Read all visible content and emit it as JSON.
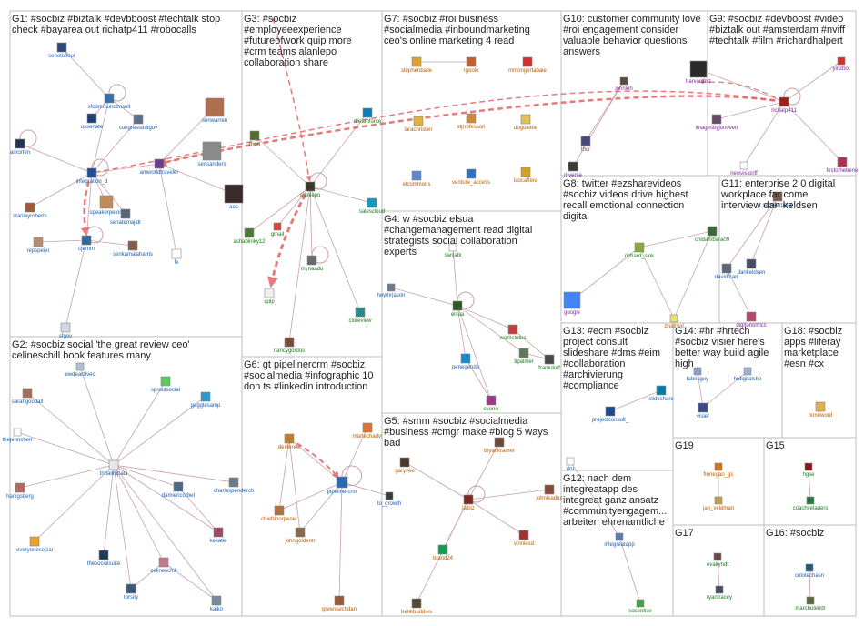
{
  "colors": {
    "edge": "#c9a0a6",
    "edge_strong": "#e05a5a",
    "box_border": "#bdbdbd",
    "label_blue": "#1a5fb4",
    "label_green": "#1a7a1a",
    "label_orange": "#b85c00",
    "label_purple": "#7a2a9a",
    "label_gray": "#555555"
  },
  "groups": [
    {
      "id": "G1",
      "lines": [
        "G1: #socbiz #biztalk #devbboost #techtalk stop",
        "check #bayarea out richatp411 #robocalls"
      ]
    },
    {
      "id": "G2",
      "lines": [
        "G2: #socbiz social 'the great review ceo'",
        "celineschill book features many"
      ]
    },
    {
      "id": "G3",
      "lines": [
        "G3: #socbiz",
        "#employeeexperience",
        "#futureofwork quip more",
        "#crm teams alanlepo",
        "collaboration share"
      ]
    },
    {
      "id": "G4",
      "lines": [
        "G4: w #socbiz elsua",
        "#changemanagement read digital",
        "strategists social collaboration",
        "experts"
      ]
    },
    {
      "id": "G5",
      "lines": [
        "G5: #smm #socbiz #socialmedia",
        "#business #cmgr make #blog 5 ways",
        "bad"
      ]
    },
    {
      "id": "G6",
      "lines": [
        "G6: gt pipelinercrm #socbiz",
        "#socialmedia #infographic 10",
        "don ts #linkedin introduction"
      ]
    },
    {
      "id": "G7",
      "lines": [
        "G7: #socbiz #roi business",
        "#socialmedia #inboundmarketing",
        "ceo's online marketing 4 read"
      ]
    },
    {
      "id": "G8",
      "lines": [
        "G8: twitter #ezsharevideos",
        "#socbiz videos drive highest",
        "recall emotional connection",
        "digital"
      ]
    },
    {
      "id": "G9",
      "lines": [
        "G9: #socbiz #devboost #video",
        "#biztalk out #amsterdam #nviff",
        "#techtalk #film #richardhalpert"
      ]
    },
    {
      "id": "G10",
      "lines": [
        "G10: customer community love",
        "#roi engagement consider",
        "valuable behavior questions",
        "answers"
      ]
    },
    {
      "id": "G11",
      "lines": [
        "G11: enterprise 2 0 digital",
        "workplace far come",
        "interview dan keldsen"
      ]
    },
    {
      "id": "G12",
      "lines": [
        "G12: nach dem",
        "integreatapp des",
        "integreat ganz ansatz",
        "#communityengagem...",
        "arbeiten ehrenamtliche"
      ]
    },
    {
      "id": "G13",
      "lines": [
        "G13: #ecm #socbiz",
        "project consult",
        "slideshare #dms #eim",
        "#collaboration",
        "#archivierung",
        "#compliance"
      ]
    },
    {
      "id": "G14",
      "lines": [
        "G14: #hr #hrtech",
        "#socbiz visier here's",
        "better way build agile",
        "high"
      ]
    },
    {
      "id": "G15",
      "lines": [
        "G15"
      ]
    },
    {
      "id": "G16",
      "lines": [
        "G16: #socbiz"
      ]
    },
    {
      "id": "G17",
      "lines": [
        "G17"
      ]
    },
    {
      "id": "G18",
      "lines": [
        "G18: #socbiz",
        "apps #liferay",
        "marketplace",
        "#esn #cx"
      ]
    },
    {
      "id": "G19",
      "lines": [
        "G19"
      ]
    }
  ],
  "nodes": [
    {
      "id": "seneteflour",
      "label": "seneteflour",
      "color": "blue",
      "icon": "#2b4a7a"
    },
    {
      "id": "sfcommunconsult",
      "label": "sfcommunconsult",
      "color": "blue",
      "icon": "#3a6ea5"
    },
    {
      "id": "ussenate",
      "label": "ussenate",
      "color": "blue",
      "icon": "#1d3f73"
    },
    {
      "id": "congressdotgov",
      "label": "congressdotgov",
      "color": "blue",
      "icon": "#5a6e8c"
    },
    {
      "id": "senwarren",
      "label": "senwarren",
      "color": "blue",
      "icon": "#b07050"
    },
    {
      "id": "amorten",
      "label": "amorten",
      "color": "blue",
      "icon": "#223355"
    },
    {
      "id": "amworldtraveler",
      "label": "amworldtraveler",
      "color": "blue",
      "icon": "#6a3f8a"
    },
    {
      "id": "sensanders",
      "label": "sensanders",
      "color": "blue",
      "icon": "#8a8a8a"
    },
    {
      "id": "integration_d",
      "label": "integration_d",
      "color": "blue",
      "icon": "#1f4f9a"
    },
    {
      "id": "stanleyroberts",
      "label": "stanleyroberts",
      "color": "blue",
      "icon": "#a05a3a"
    },
    {
      "id": "speakerpelosi",
      "label": "speakerpelosi",
      "color": "blue",
      "icon": "#c08a5a"
    },
    {
      "id": "senatemajldr",
      "label": "senatemajldr",
      "color": "blue",
      "icon": "#556677"
    },
    {
      "id": "aoc",
      "label": "aoc",
      "color": "blue",
      "icon": "#3a2a2a"
    },
    {
      "id": "repspeier",
      "label": "repspeier",
      "color": "blue",
      "icon": "#b58a70"
    },
    {
      "id": "cjemm",
      "label": "cjemm",
      "color": "blue",
      "icon": "#336699"
    },
    {
      "id": "senkamalaharris",
      "label": "senkamalaharris",
      "color": "blue",
      "icon": "#8a5a4a"
    },
    {
      "id": "fe",
      "label": "fe",
      "color": "blue",
      "icon": "#ffffff"
    },
    {
      "id": "sfgov",
      "label": "sfgov",
      "color": "blue",
      "icon": "#cfd8e3"
    },
    {
      "id": "gmail",
      "label": "gmail",
      "color": "green",
      "icon": "#d44638"
    },
    {
      "id": "mort",
      "label": "mort",
      "color": "green",
      "icon": "#556b2f"
    },
    {
      "id": "dreamforce",
      "label": "dreamforce",
      "color": "green",
      "icon": "#0f7db5"
    },
    {
      "id": "alanlepo",
      "label": "alanlepo",
      "color": "green",
      "icon": "#3a3a2a"
    },
    {
      "id": "salescloud",
      "label": "salescloud",
      "color": "green",
      "icon": "#1798c1"
    },
    {
      "id": "ashaplinky12",
      "label": "ashaplinky12",
      "color": "green",
      "icon": "#4a7a3a"
    },
    {
      "id": "mynaadu",
      "label": "mynaadu",
      "color": "green",
      "icon": "#6a6a6a"
    },
    {
      "id": "quip",
      "label": "quip",
      "color": "green",
      "icon": "#f0f0f0"
    },
    {
      "id": "cloreview",
      "label": "cloreview",
      "color": "green",
      "icon": "#2a8a8a"
    },
    {
      "id": "nancygordos",
      "label": "nancygordos",
      "color": "green",
      "icon": "#7a4a3a"
    },
    {
      "id": "stephenbaile",
      "label": "stephenbaile",
      "color": "orange",
      "icon": "#e0a030"
    },
    {
      "id": "rgoolo",
      "label": "rgoolo",
      "color": "orange",
      "icon": "#c06030"
    },
    {
      "id": "mmongertabaie",
      "label": "mmongertabaie",
      "color": "orange",
      "icon": "#d03030"
    },
    {
      "id": "larachristen",
      "label": "larachristen",
      "color": "orange",
      "icon": "#e0b040"
    },
    {
      "id": "stprofessori",
      "label": "stprofessori",
      "color": "orange",
      "icon": "#d08a40"
    },
    {
      "id": "dogoleble",
      "label": "dogoleble",
      "color": "orange",
      "icon": "#e0c050"
    },
    {
      "id": "elcommons",
      "label": "elcommons",
      "color": "orange",
      "icon": "#5a8ad0"
    },
    {
      "id": "venture_access",
      "label": "venture_access",
      "color": "orange",
      "icon": "#3070c0"
    },
    {
      "id": "laocaffera",
      "label": "laocaffera",
      "color": "orange",
      "icon": "#d0a020"
    },
    {
      "id": "johnleh",
      "label": "johnleh",
      "color": "purple",
      "icon": "#5a4a3a"
    },
    {
      "id": "harvardbiz",
      "label": "harvardbiz",
      "color": "purple",
      "icon": "#2a2a2a"
    },
    {
      "id": "richatp411",
      "label": "richatp411",
      "color": "purple",
      "icon": "#a02020"
    },
    {
      "id": "yinzbot",
      "label": "yinzbot",
      "color": "purple",
      "icon": "#d03030"
    },
    {
      "id": "imagesbyjonoven",
      "label": "imagesbyjonoven",
      "color": "purple",
      "icon": "#6a4a6a"
    },
    {
      "id": "thcr",
      "label": "thcr",
      "color": "purple",
      "icon": "#4a4a7a"
    },
    {
      "id": "newvisionff",
      "label": "newvisionff",
      "color": "purple",
      "icon": "#ffffff"
    },
    {
      "id": "festofhebene",
      "label": "festofhebene",
      "color": "purple",
      "icon": "#b03050"
    },
    {
      "id": "mverse",
      "label": "mverse",
      "color": "purple",
      "icon": "#3a3a3a"
    },
    {
      "id": "heymrjason",
      "label": "heymrjason",
      "color": "blue",
      "icon": "#6a7a8a"
    },
    {
      "id": "sanjabi",
      "label": "sanjabi",
      "color": "green",
      "icon": "#ffffff"
    },
    {
      "id": "elsua",
      "label": "elsua",
      "color": "green",
      "icon": "#2a5a2a"
    },
    {
      "id": "workstutus",
      "label": "workstutus",
      "color": "green",
      "icon": "#c04040"
    },
    {
      "id": "penegende",
      "label": "penegende",
      "color": "blue",
      "icon": "#1a8ad0"
    },
    {
      "id": "tipalmer",
      "label": "tipalmer",
      "color": "green",
      "icon": "#5a7a5a"
    },
    {
      "id": "frankdorf",
      "label": "frankdorf",
      "color": "green",
      "icon": "#4a4a4a"
    },
    {
      "id": "evonik",
      "label": "evonik",
      "color": "green",
      "icon": "#9a3a8a"
    },
    {
      "id": "richard_sink",
      "label": "richard_sink",
      "color": "green",
      "icon": "#8aaa3a"
    },
    {
      "id": "chidambara09",
      "label": "chidambara09",
      "color": "green",
      "icon": "#3a6a3a"
    },
    {
      "id": "google",
      "label": "google",
      "color": "purple",
      "icon": "#4285f4"
    },
    {
      "id": "dnatrvol",
      "label": "dnatrvol",
      "color": "orange",
      "icon": "#e8e070"
    },
    {
      "id": "sameerpatel",
      "label": "sameerpatel",
      "color": "blue",
      "icon": "#7a5a4a"
    },
    {
      "id": "dankeldsen",
      "label": "dankeldsen",
      "color": "blue",
      "icon": "#4a4a6a"
    },
    {
      "id": "davidfcarr",
      "label": "davidfcarr",
      "color": "blue",
      "icon": "#5a6a7a"
    },
    {
      "id": "digitonomics",
      "label": "digitonomics",
      "color": "purple",
      "icon": "#b04a6a"
    },
    {
      "id": "garyvee",
      "label": "garyvee",
      "color": "orange",
      "icon": "#4a3a2a"
    },
    {
      "id": "bryankramer",
      "label": "bryankramer",
      "color": "orange",
      "icon": "#6a4a3a"
    },
    {
      "id": "lajbiz",
      "label": "lajbiz",
      "color": "orange",
      "icon": "#7a2a2a"
    },
    {
      "id": "johnleadux",
      "label": "johnleadux",
      "color": "orange",
      "icon": "#8a4a3a"
    },
    {
      "id": "vinniesd",
      "label": "vinniesd",
      "color": "orange",
      "icon": "#a03030"
    },
    {
      "id": "brand24",
      "label": "brand24",
      "color": "orange",
      "icon": "#1a9a5a"
    },
    {
      "id": "benkbuddies",
      "label": "benkbuddies",
      "color": "orange",
      "icon": "#5a4a3a"
    },
    {
      "id": "dexterew",
      "label": "dexterew",
      "color": "orange",
      "icon": "#c0802a"
    },
    {
      "id": "martechadvi",
      "label": "martechadvi",
      "color": "orange",
      "icon": "#e07030"
    },
    {
      "id": "pipelinercrm",
      "label": "pipelinercrm",
      "color": "blue",
      "icon": "#2a6ab0"
    },
    {
      "id": "chiefdoorpener",
      "label": "chiefdoorpener",
      "color": "orange",
      "icon": "#b07040"
    },
    {
      "id": "johngoldentr",
      "label": "johngoldentr",
      "color": "orange",
      "icon": "#8a6a4a"
    },
    {
      "id": "greensechdan",
      "label": "greensechdan",
      "color": "orange",
      "icon": "#9a5a3a"
    },
    {
      "id": "to_growth",
      "label": "to_growth",
      "color": "blue",
      "icon": "#3a3a3a"
    },
    {
      "id": "projectconsult_",
      "label": "projectconsult_",
      "color": "blue",
      "icon": "#1a4a8a"
    },
    {
      "id": "slideshare",
      "label": "slideshare",
      "color": "blue",
      "icon": "#0a7aa5"
    },
    {
      "id": "visier",
      "label": "visier",
      "color": "blue",
      "icon": "#3a4a8a"
    },
    {
      "id": "tabrisguy",
      "label": "tabrisguy",
      "color": "blue",
      "icon": "#8aa0c0"
    },
    {
      "id": "hrdigitalsbe",
      "label": "hrdigitalsbe",
      "color": "blue",
      "icon": "#a0b0d0"
    },
    {
      "id": "honeword",
      "label": "honeword",
      "color": "orange",
      "icon": "#e0b050"
    },
    {
      "id": "socentive",
      "label": "socentive",
      "color": "green",
      "icon": "#4a9a4a"
    },
    {
      "id": "integreatapp",
      "label": "integreatapp",
      "color": "blue",
      "icon": "#5a7ab0"
    },
    {
      "id": "dru",
      "label": "dru",
      "color": "blue",
      "icon": "#ffffff"
    },
    {
      "id": "finnegan_gs",
      "label": "finnegan_gs",
      "color": "orange",
      "icon": "#d07020"
    },
    {
      "id": "jan_veldman",
      "label": "jan_veldman",
      "color": "orange",
      "icon": "#c0a050"
    },
    {
      "id": "hgse",
      "label": "hgse",
      "color": "green",
      "icon": "#8a1a1a"
    },
    {
      "id": "coachveladers",
      "label": "coachveladers",
      "color": "green",
      "icon": "#2a7a4a"
    },
    {
      "id": "evakyndt",
      "label": "evakyndt",
      "color": "green",
      "icon": "#6a4a4a"
    },
    {
      "id": "ryantracey",
      "label": "ryantracey",
      "color": "green",
      "icon": "#4a4a6a"
    },
    {
      "id": "celotechasn",
      "label": "celotechasn",
      "color": "blue",
      "icon": "#2a5a7a"
    },
    {
      "id": "marcbulendr",
      "label": "marcbulendr",
      "color": "green",
      "icon": "#5a6a3a"
    },
    {
      "id": "celineschill",
      "label": "celineschill",
      "color": "blue",
      "icon": "#c07a8a"
    },
    {
      "id": "tribalimpact",
      "label": "tribalimpact",
      "color": "blue",
      "icon": "#e0e8f0"
    },
    {
      "id": "sproutsocial",
      "label": "sproutsocial",
      "color": "blue",
      "icon": "#59cb59"
    },
    {
      "id": "sarahgoodall",
      "label": "sarahgoodall",
      "color": "blue",
      "icon": "#a07060"
    },
    {
      "id": "gagglesamp",
      "label": "gagglesamp",
      "color": "blue",
      "icon": "#2a9ad0"
    },
    {
      "id": "thejennchen",
      "label": "thejennchen",
      "color": "blue",
      "icon": "#ffffff"
    },
    {
      "id": "hanigsberg",
      "label": "hanigsberg",
      "color": "blue",
      "icon": "#b06a5a"
    },
    {
      "id": "damiencorbet",
      "label": "damiencorbet",
      "color": "blue",
      "icon": "#4a6a8a"
    },
    {
      "id": "charlespenderch",
      "label": "charlespenderch",
      "color": "blue",
      "icon": "#6a7a8a"
    },
    {
      "id": "everyonesocial",
      "label": "everyonesocial",
      "color": "blue",
      "icon": "#f0a020"
    },
    {
      "id": "thesocialsuite",
      "label": "thesocialsuite",
      "color": "blue",
      "icon": "#1a3a5a"
    },
    {
      "id": "kekatie",
      "label": "kekatie",
      "color": "blue",
      "icon": "#a04a6a"
    },
    {
      "id": "tprsity",
      "label": "tprsity",
      "color": "blue",
      "icon": "#3a5a7a"
    },
    {
      "id": "kaiko",
      "label": "kaiko",
      "color": "blue",
      "icon": "#7a8a9a"
    },
    {
      "id": "ewdeactivec",
      "label": "ewdeactivec",
      "color": "blue",
      "icon": "#b0c0d0"
    }
  ]
}
